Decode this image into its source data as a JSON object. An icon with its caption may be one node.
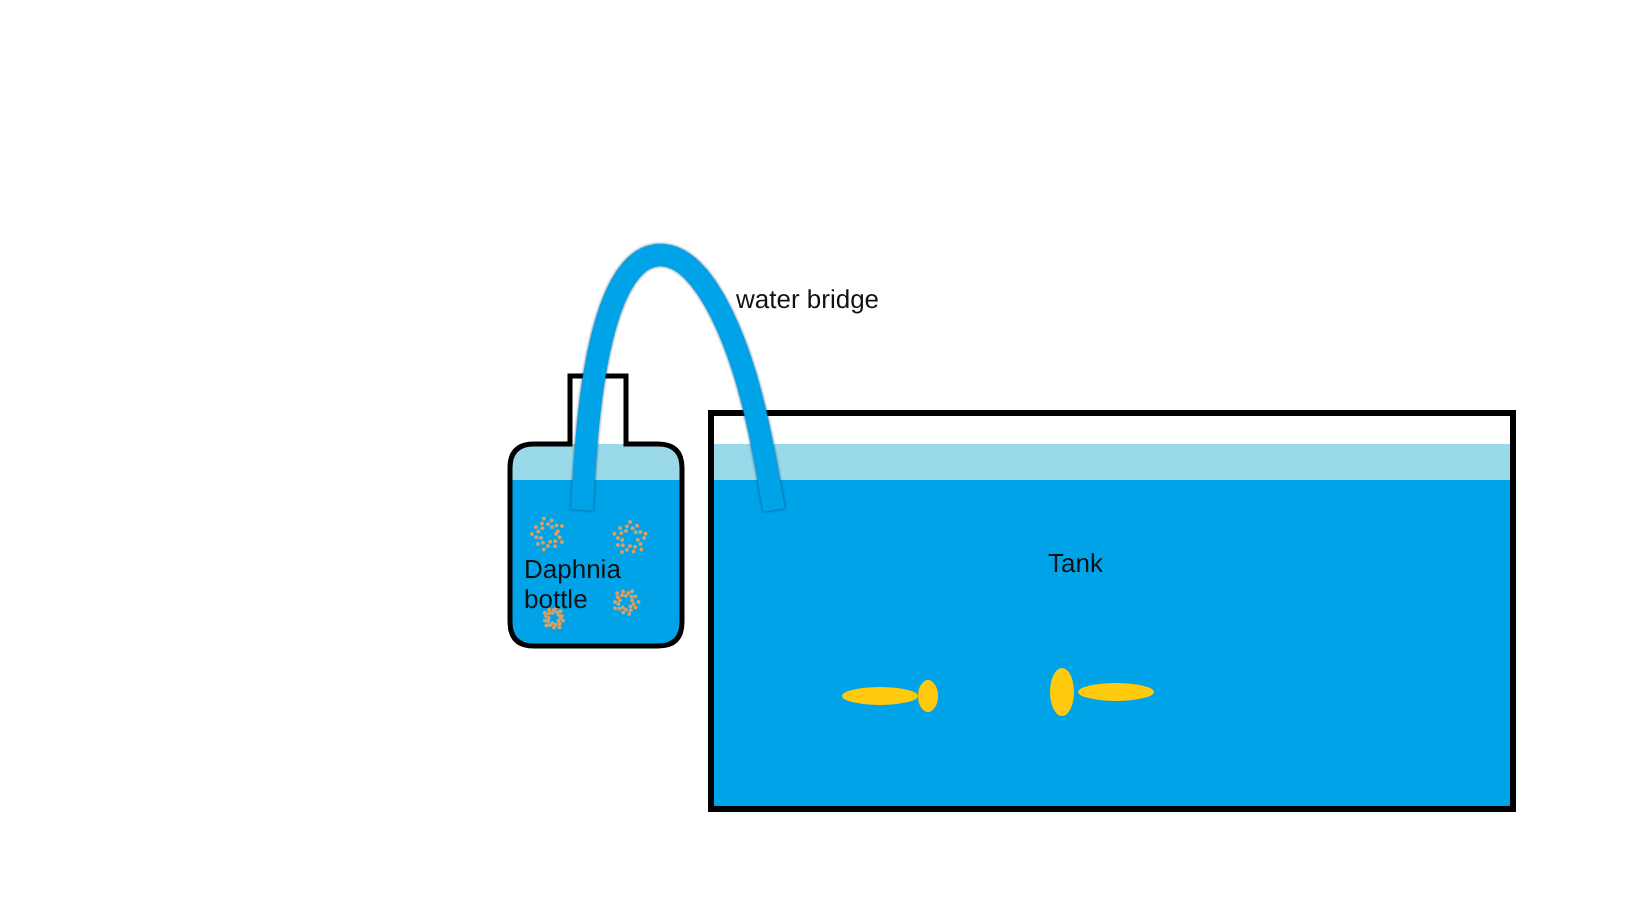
{
  "diagram": {
    "nodes": [
      {
        "text": [
          "Daphnia bottle"
        ]
      },
      {
        "text": [
          "Tank"
        ]
      }
    ],
    "edges": [
      {
        "from": 0,
        "to": 1,
        "arrow": "none",
        "label": "water bridge"
      }
    ]
  }
}
